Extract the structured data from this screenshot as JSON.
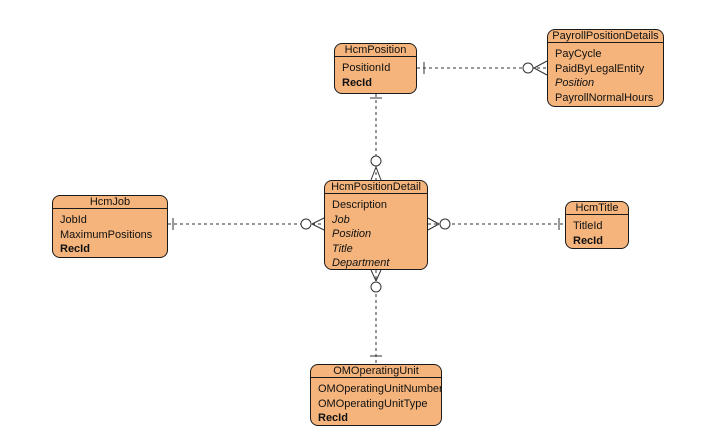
{
  "colors": {
    "entity_fill": "#f4b47c",
    "border": "#1a1a1a",
    "connector": "#333333"
  },
  "entities": {
    "hcm_position": {
      "title": "HcmPosition",
      "fields": [
        "PositionId",
        "RecId"
      ]
    },
    "payroll_position_details": {
      "title": "PayrollPositionDetails",
      "fields": [
        "PayCycle",
        "PaidByLegalEntity",
        "Position",
        "PayrollNormalHours"
      ]
    },
    "hcm_job": {
      "title": "HcmJob",
      "fields": [
        "JobId",
        "MaximumPositions",
        "RecId"
      ]
    },
    "hcm_position_detail": {
      "title": "HcmPositionDetail",
      "fields": [
        "Description",
        "Job",
        "Position",
        "Title",
        "Department"
      ]
    },
    "hcm_title": {
      "title": "HcmTitle",
      "fields": [
        "TitleId",
        "RecId"
      ]
    },
    "om_operating_unit": {
      "title": "OMOperatingUnit",
      "fields": [
        "OMOperatingUnitNumber",
        "OMOperatingUnitType",
        "RecId"
      ]
    }
  },
  "relationships": [
    {
      "from": "hcm_position",
      "to": "payroll_position_details",
      "from_end": "one",
      "to_end": "zero-or-many"
    },
    {
      "from": "hcm_position",
      "to": "hcm_position_detail",
      "from_end": "one",
      "to_end": "zero-or-many"
    },
    {
      "from": "hcm_job",
      "to": "hcm_position_detail",
      "from_end": "one",
      "to_end": "zero-or-many"
    },
    {
      "from": "hcm_title",
      "to": "hcm_position_detail",
      "from_end": "one",
      "to_end": "zero-or-many"
    },
    {
      "from": "om_operating_unit",
      "to": "hcm_position_detail",
      "from_end": "one",
      "to_end": "zero-or-many"
    }
  ]
}
